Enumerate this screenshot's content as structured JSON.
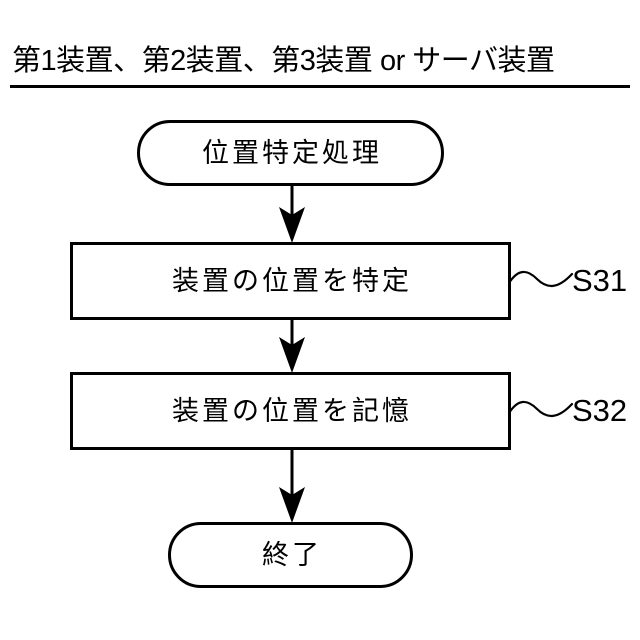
{
  "figure": {
    "kind": "flowchart",
    "background_color": "#ffffff",
    "line_color": "#000000"
  },
  "header": {
    "title": "第1装置、第2装置、第3装置 or サーバ装置",
    "rule": "horizontal-rule"
  },
  "flow": {
    "nodes": [
      {
        "id": "start",
        "type": "terminal",
        "label": "位置特定処理"
      },
      {
        "id": "s31",
        "type": "process",
        "label": "装置の位置を特定",
        "step": "S31"
      },
      {
        "id": "s32",
        "type": "process",
        "label": "装置の位置を記憶",
        "step": "S32"
      },
      {
        "id": "end",
        "type": "terminal",
        "label": "終了"
      }
    ],
    "edges": [
      {
        "from": "start",
        "to": "s31",
        "arrow": "down"
      },
      {
        "from": "s31",
        "to": "s32",
        "arrow": "down"
      },
      {
        "from": "s32",
        "to": "end",
        "arrow": "down"
      }
    ],
    "callouts": [
      {
        "target": "s31",
        "label": "S31",
        "connector": "squiggle"
      },
      {
        "target": "s32",
        "label": "S32",
        "connector": "squiggle"
      }
    ]
  }
}
